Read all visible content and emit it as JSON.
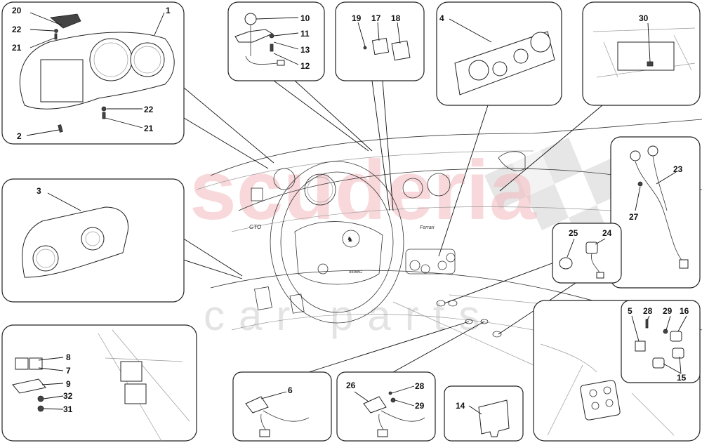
{
  "watermark": {
    "brand": "scuderia",
    "sub": "car parts"
  },
  "callouts": {
    "cluster": {
      "c20": "20",
      "c1": "1",
      "c22a": "22",
      "c21a": "21",
      "c2": "2",
      "c22b": "22",
      "c21b": "21"
    },
    "roof_sensor": {
      "c10": "10",
      "c11": "11",
      "c13": "13",
      "c12": "12"
    },
    "switch_small": {
      "c19": "19",
      "c17": "17",
      "c18": "18"
    },
    "climate": {
      "c4": "4"
    },
    "glovebox": {
      "c30": "30"
    },
    "light_switch": {
      "c3": "3"
    },
    "harness": {
      "c23": "23",
      "c27": "27"
    },
    "socket": {
      "c25": "25",
      "c24": "24"
    },
    "window_switch": {
      "c8": "8",
      "c7": "7",
      "c9": "9",
      "c32": "32",
      "c31": "31"
    },
    "sensor6": {
      "c6": "6"
    },
    "sensor26": {
      "c26": "26",
      "c28": "28",
      "c29": "29"
    },
    "plate": {
      "c14": "14"
    },
    "console": {
      "c5": "5",
      "c28": "28",
      "c29": "29",
      "c16": "16",
      "c15": "15"
    }
  },
  "dashboard_text": {
    "model_badge": "GTO",
    "airbag": "AIRBAG",
    "brand": "Ferrari"
  }
}
